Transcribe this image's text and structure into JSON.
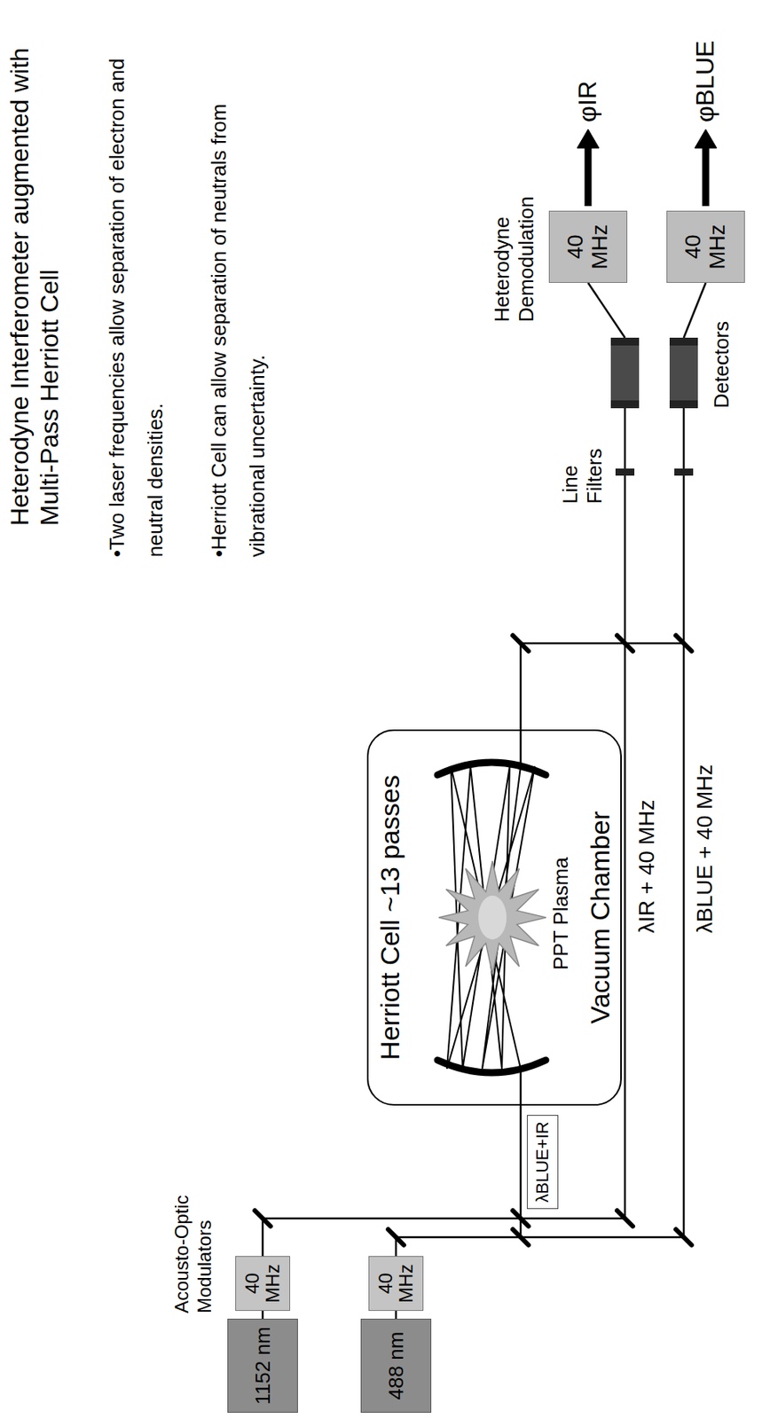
{
  "diagram": {
    "title": "Heterodyne Interferometer augmented with Multi-Pass Herriott Cell",
    "nodes": [
      {
        "text": [
          "1152 nm"
        ]
      },
      {
        "text": [
          "40 MHz"
        ]
      },
      {
        "text": [
          "488 nm"
        ]
      },
      {
        "text": [
          "40 MHz"
        ]
      },
      {
        "text": [
          "Herriott Cell ~13 passes",
          "Vacuum Chamber"
        ]
      },
      {
        "text": [
          "λBLUE+IR"
        ]
      },
      {
        "text": [
          "40 MHz"
        ]
      },
      {
        "text": [
          "40 MHz"
        ]
      }
    ],
    "edges": [
      {
        "from": 0,
        "to": 1,
        "arrow": "none"
      },
      {
        "from": 2,
        "to": 3,
        "arrow": "none"
      }
    ],
    "labels": [
      "Acousto-Optic Modulators",
      "•Two laser frequencies allow separation of electron and neutral densities.",
      "•Herriott Cell can allow separation of neutrals from vibrational uncertainty.",
      "PPT Plasma",
      "λIR + 40 MHz",
      "λBLUE + 40 MHz",
      "Line Filters",
      "Detectors",
      "Heterodyne Demodulation",
      "φIR",
      "φBLUE"
    ]
  }
}
